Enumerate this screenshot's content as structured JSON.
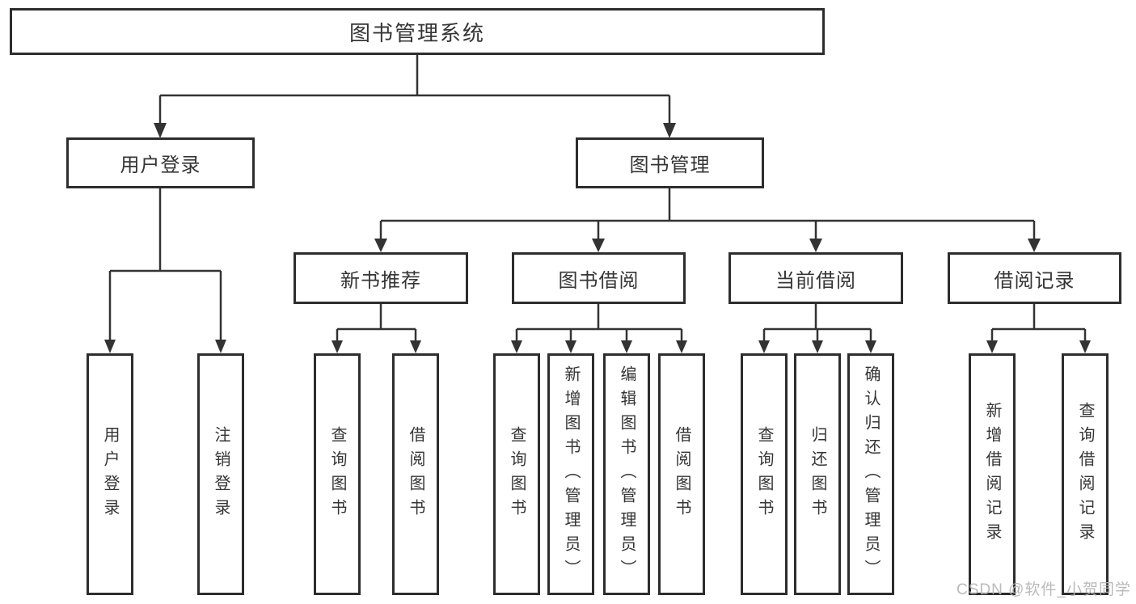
{
  "diagram": {
    "type": "hierarchy-tree",
    "watermark": "CSDN @软件_小贺同学",
    "colors": {
      "background": "#ffffff",
      "box_fill": "#ffffff",
      "box_border": "#2d2d2d",
      "connector_line": "#333333",
      "text": "#353535",
      "watermark_text": "#b3b3b3"
    },
    "root": {
      "label": "图书管理系统",
      "children": [
        {
          "label": "用户登录",
          "children": [
            {
              "label": "用户登录"
            },
            {
              "label": "注销登录"
            }
          ]
        },
        {
          "label": "图书管理",
          "children": [
            {
              "label": "新书推荐",
              "children": [
                {
                  "label": "查询图书"
                },
                {
                  "label": "借阅图书"
                }
              ]
            },
            {
              "label": "图书借阅",
              "children": [
                {
                  "label": "查询图书"
                },
                {
                  "label": "新增图书（管理员）"
                },
                {
                  "label": "编辑图书（管理员）"
                },
                {
                  "label": "借阅图书"
                }
              ]
            },
            {
              "label": "当前借阅",
              "children": [
                {
                  "label": "查询图书"
                },
                {
                  "label": "归还图书"
                },
                {
                  "label": "确认归还（管理员）"
                }
              ]
            },
            {
              "label": "借阅记录",
              "children": [
                {
                  "label": "新增借阅记录"
                },
                {
                  "label": "查询借阅记录"
                }
              ]
            }
          ]
        }
      ]
    }
  }
}
